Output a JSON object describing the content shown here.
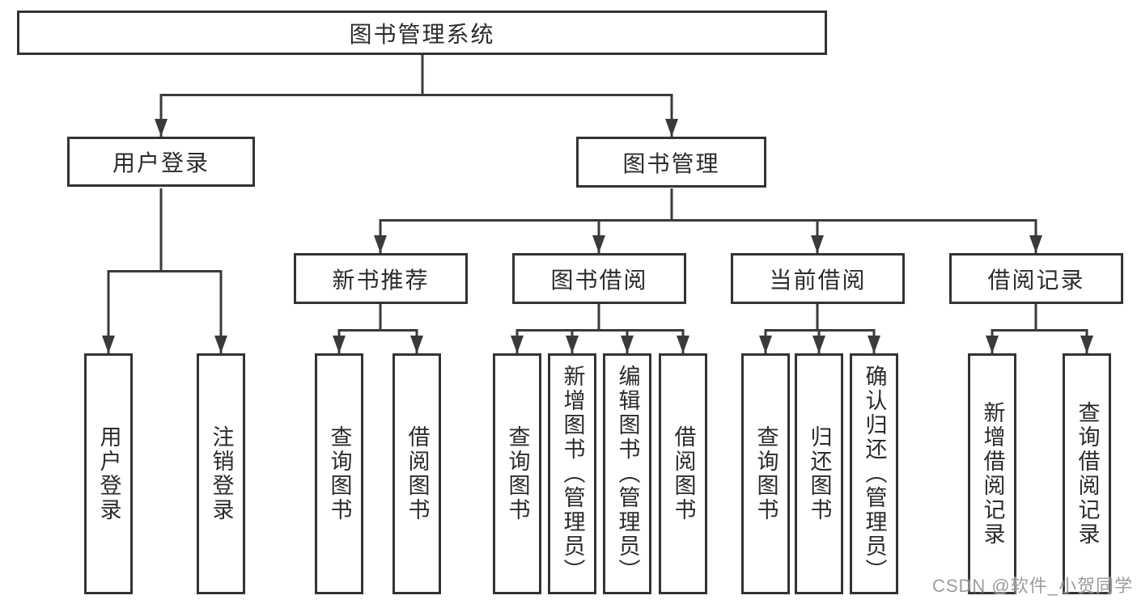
{
  "watermark": "CSDN @软件_小贺同学",
  "tree": {
    "root": "图书管理系统",
    "user_login": {
      "label": "用户登录",
      "children": [
        "用户登录",
        "注销登录"
      ]
    },
    "book_mgmt": {
      "label": "图书管理",
      "sections": [
        {
          "label": "新书推荐",
          "children": [
            "查询图书",
            "借阅图书"
          ]
        },
        {
          "label": "图书借阅",
          "children": [
            "查询图书",
            "新增图书（管理员）",
            "编辑图书（管理员）",
            "借阅图书"
          ]
        },
        {
          "label": "当前借阅",
          "children": [
            "查询图书",
            "归还图书",
            "确认归还（管理员）"
          ]
        },
        {
          "label": "借阅记录",
          "children": [
            "新增借阅记录",
            "查询借阅记录"
          ]
        }
      ]
    }
  }
}
